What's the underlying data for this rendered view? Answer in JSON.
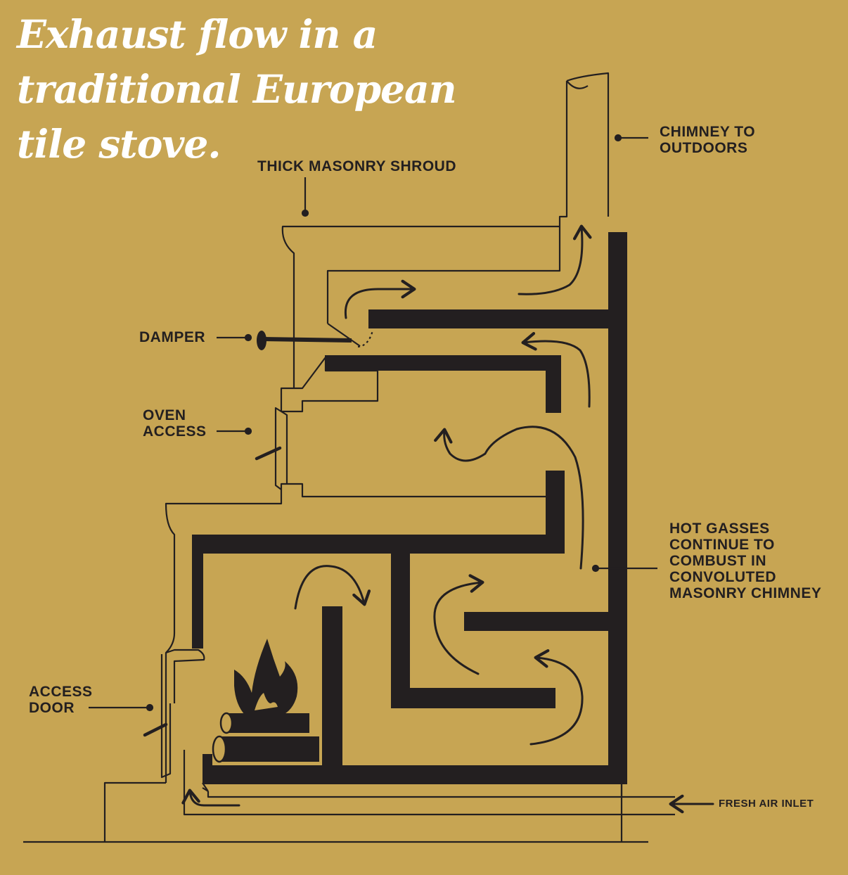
{
  "title": {
    "lines": [
      "Exhaust flow in a",
      "traditional European",
      "tile stove."
    ]
  },
  "labels": {
    "chimney": [
      "CHIMNEY TO",
      "OUTDOORS"
    ],
    "shroud": "THICK MASONRY SHROUD",
    "damper": "DAMPER",
    "oven": [
      "OVEN",
      "ACCESS"
    ],
    "hot_gasses": [
      "HOT GASSES",
      "CONTINUE TO",
      "COMBUST IN",
      "CONVOLUTED",
      "MASONRY CHIMNEY"
    ],
    "access_door": [
      "ACCESS",
      "DOOR"
    ],
    "fresh_air": "FRESH AIR INLET"
  },
  "colors": {
    "background": "#c7a553",
    "ink": "#231f20",
    "title": "#ffffff"
  }
}
